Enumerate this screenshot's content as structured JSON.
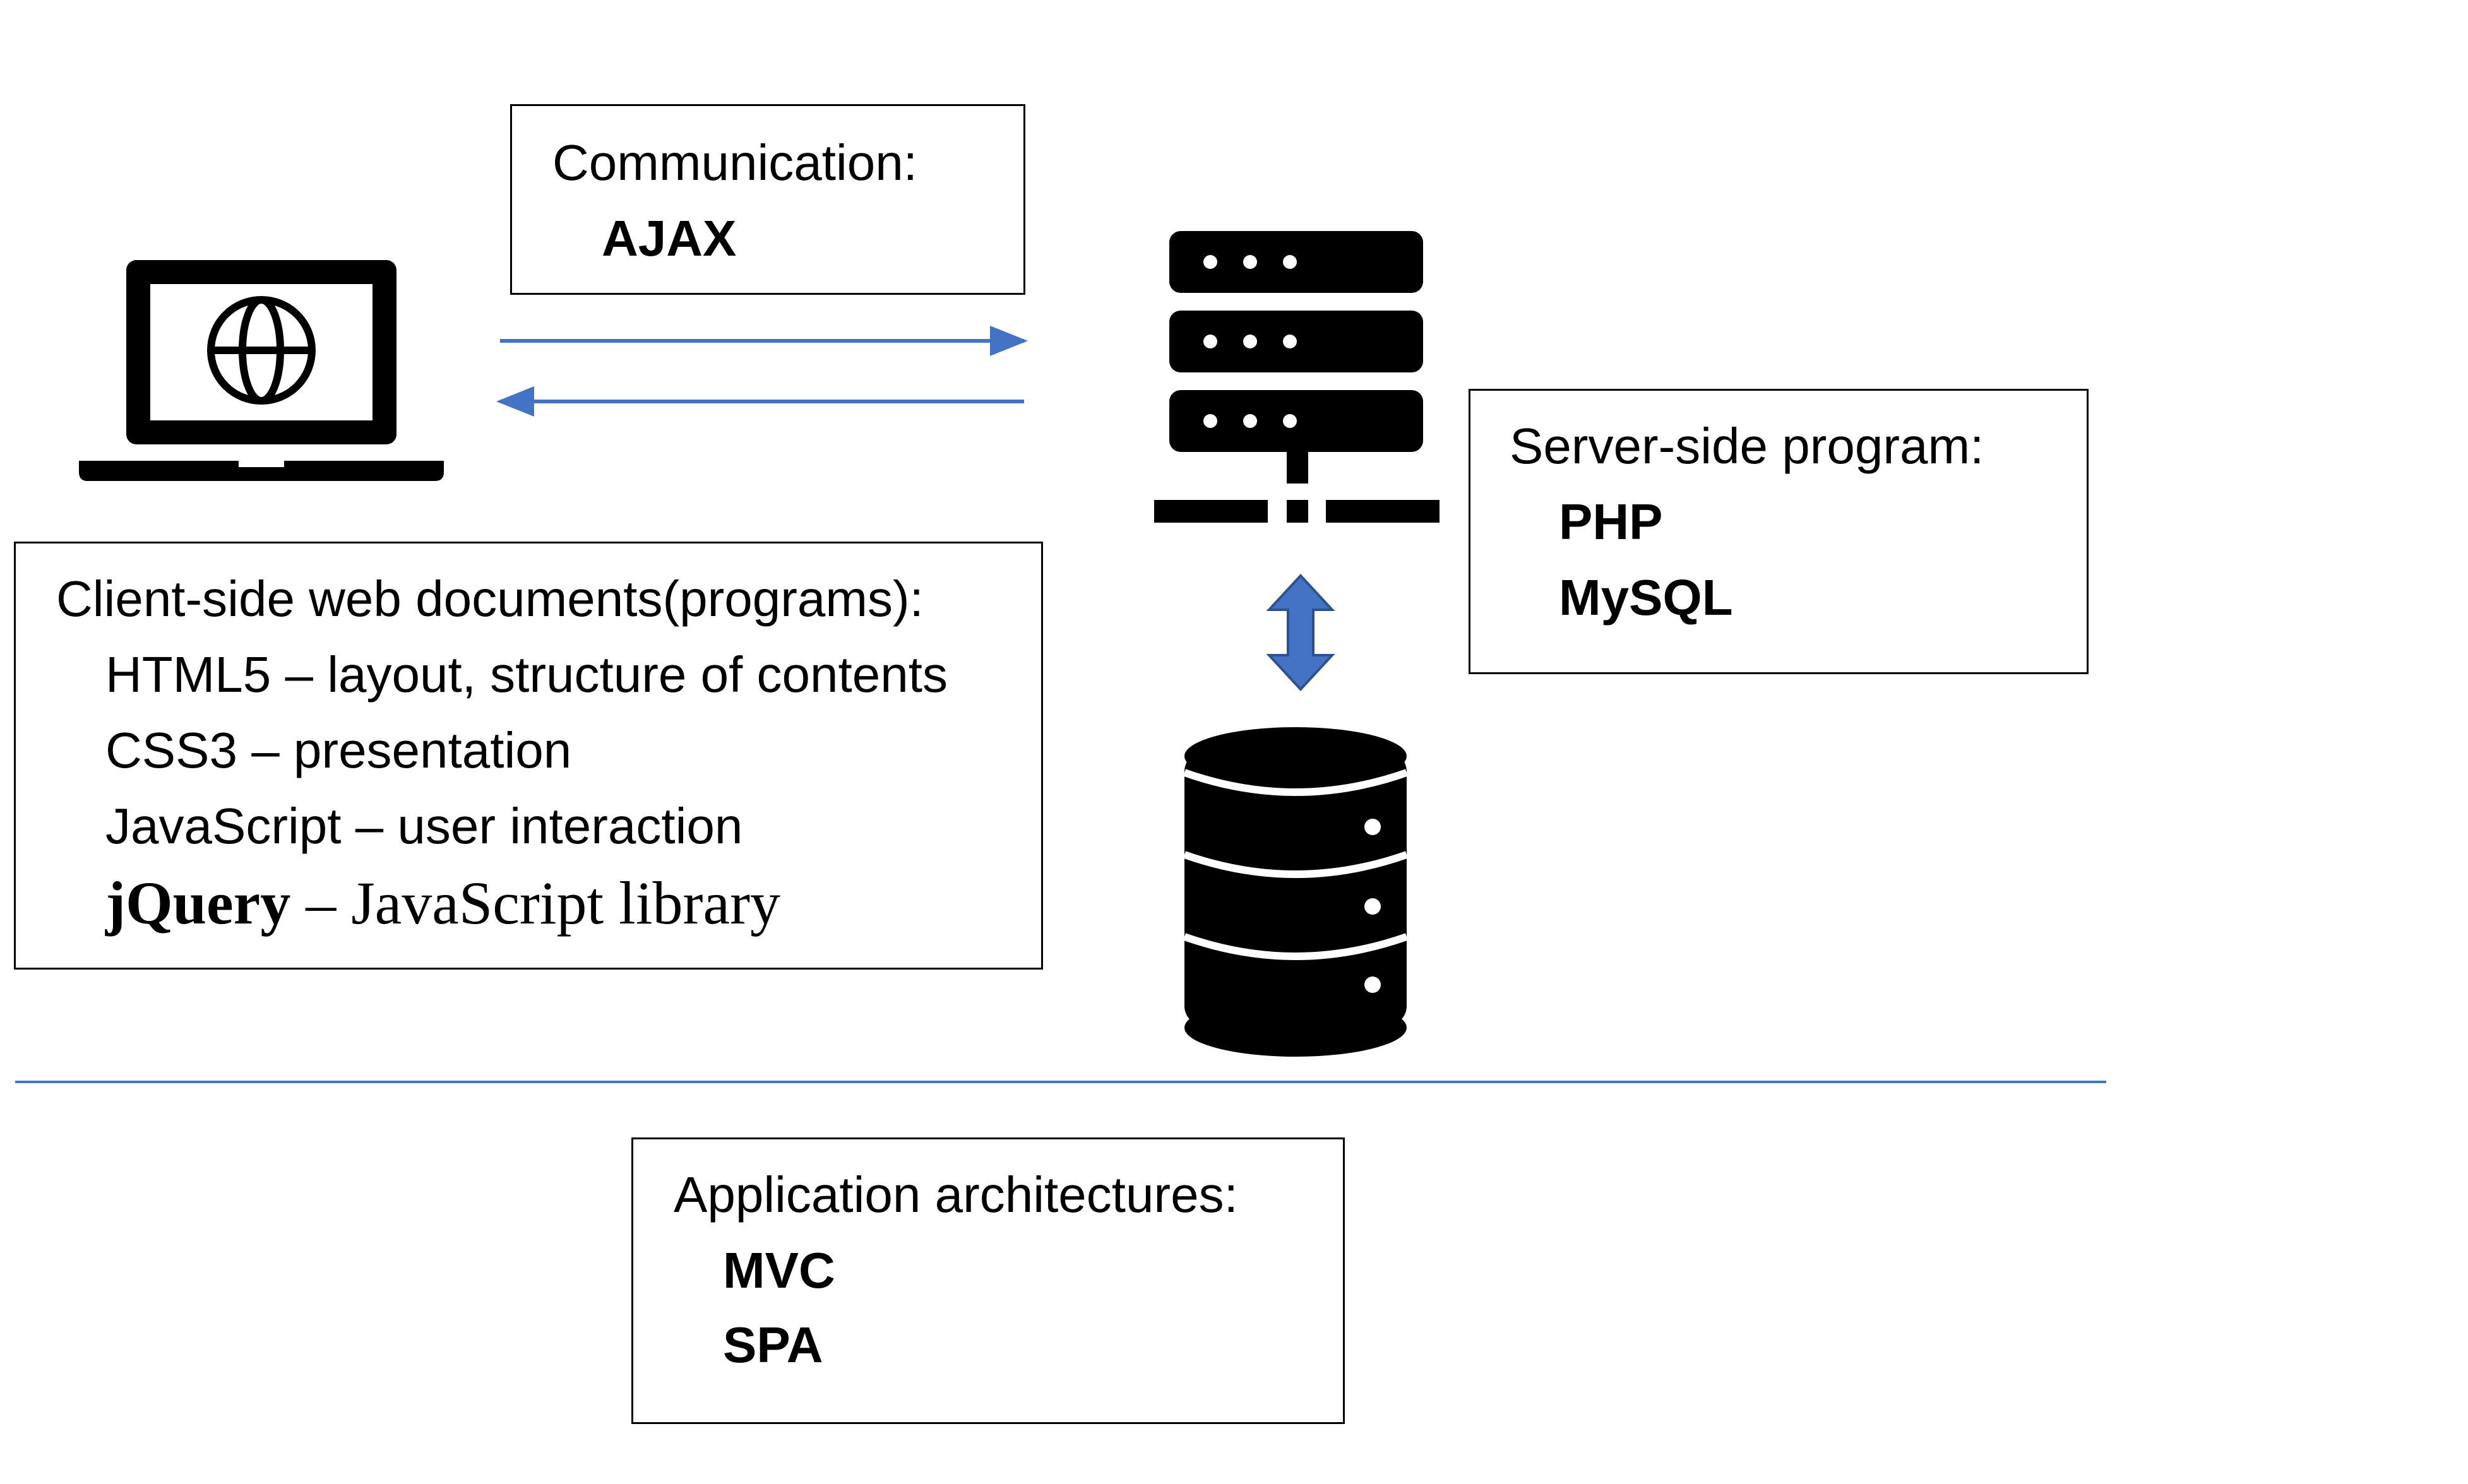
{
  "communication": {
    "heading": "Communication:",
    "items": [
      "AJAX"
    ]
  },
  "client": {
    "heading": "Client-side web documents(programs):",
    "lines": [
      {
        "name": "HTML5",
        "desc": " – layout, structure of contents"
      },
      {
        "name": "CSS3",
        "desc": " – presentation"
      },
      {
        "name": "JavaScript",
        "desc": " – user interaction"
      },
      {
        "name": "jQuery",
        "desc": " – JavaScript library"
      }
    ]
  },
  "server": {
    "heading": "Server-side program:",
    "items": [
      "PHP",
      "MySQL"
    ]
  },
  "architecture": {
    "heading": "Application architectures:",
    "items": [
      "MVC",
      "SPA"
    ]
  },
  "colors": {
    "arrow": "#4472c4",
    "line": "#4472c4",
    "icon": "#000000"
  },
  "icons": [
    "laptop-globe-icon",
    "server-icon",
    "database-icon",
    "double-arrow-icon"
  ]
}
